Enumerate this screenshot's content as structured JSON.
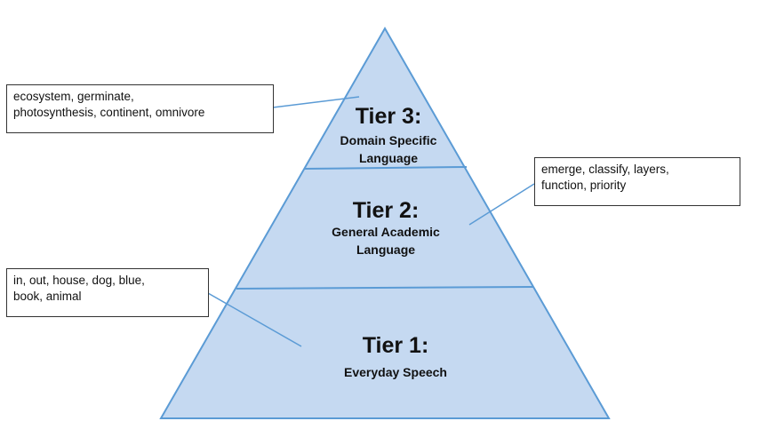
{
  "colors": {
    "fill": "#c5d9f1",
    "stroke": "#5b9bd5",
    "text": "#111111",
    "box_border": "#333333"
  },
  "tiers": [
    {
      "title": "Tier 3:",
      "lines": [
        "Domain Specific",
        "Language"
      ]
    },
    {
      "title": "Tier 2:",
      "lines": [
        "General Academic",
        "Language"
      ]
    },
    {
      "title": "Tier 1:",
      "lines": [
        "Everyday Speech"
      ]
    }
  ],
  "callouts": {
    "tier3": [
      "ecosystem, germinate,",
      "photosynthesis, continent, omnivore"
    ],
    "tier2": [
      "emerge, classify, layers,",
      "function, priority"
    ],
    "tier1": [
      "in, out, house, dog, blue,",
      "book, animal"
    ]
  }
}
